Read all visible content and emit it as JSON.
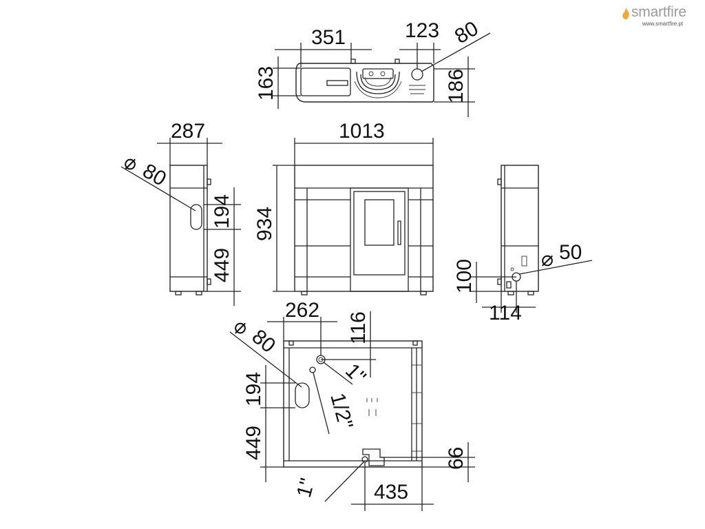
{
  "brand": {
    "name": "smartfire",
    "url": "www.smartfire.pt",
    "flame_color": "#f2a93b"
  },
  "dimensions": {
    "top_351": "351",
    "top_123": "123",
    "top_80": "80",
    "top_163": "163",
    "top_186": "186",
    "left_287": "287",
    "left_dia80": "80",
    "left_194": "194",
    "left_449": "449",
    "front_1013": "1013",
    "front_934": "934",
    "right_dia50": "50",
    "right_100": "100",
    "right_114": "114",
    "bot_262": "262",
    "bot_116": "116",
    "bot_dia80": "80",
    "bot_1in_a": "1\"",
    "bot_half_in": "1/2\"",
    "bot_194": "194",
    "bot_449": "449",
    "bot_66": "66",
    "bot_1in_b": "1\"",
    "bot_435": "435"
  }
}
